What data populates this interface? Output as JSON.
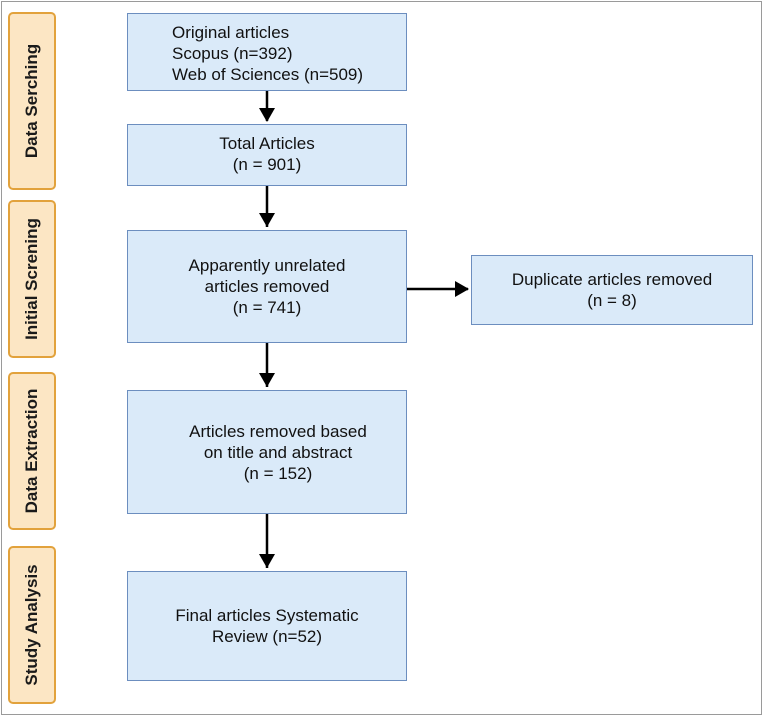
{
  "stages": [
    {
      "label": "Data Serching"
    },
    {
      "label": "Initial Screning"
    },
    {
      "label": "Data Extraction"
    },
    {
      "label": "Study Analysis"
    }
  ],
  "boxes": {
    "original": {
      "lines": [
        "Original articles",
        "Scopus (n=392)",
        "Web of Sciences (n=509)"
      ]
    },
    "total": {
      "lines": [
        "Total Articles",
        "(n = 901)"
      ]
    },
    "unrelated": {
      "lines": [
        "Apparently unrelated",
        "articles removed",
        "(n = 741)"
      ]
    },
    "duplicate": {
      "lines": [
        "Duplicate articles removed",
        "(n = 8)"
      ]
    },
    "title_abstract": {
      "lines": [
        "Articles removed based",
        "on title and abstract",
        "(n = 152)"
      ]
    },
    "final": {
      "lines": [
        "Final articles Systematic",
        "Review (n=52)"
      ]
    }
  },
  "colors": {
    "stage_fill": "#fce6c4",
    "stage_border": "#e2a23c",
    "box_fill": "#daeaf9",
    "box_border": "#6c8ebf",
    "arrow": "#000000"
  }
}
